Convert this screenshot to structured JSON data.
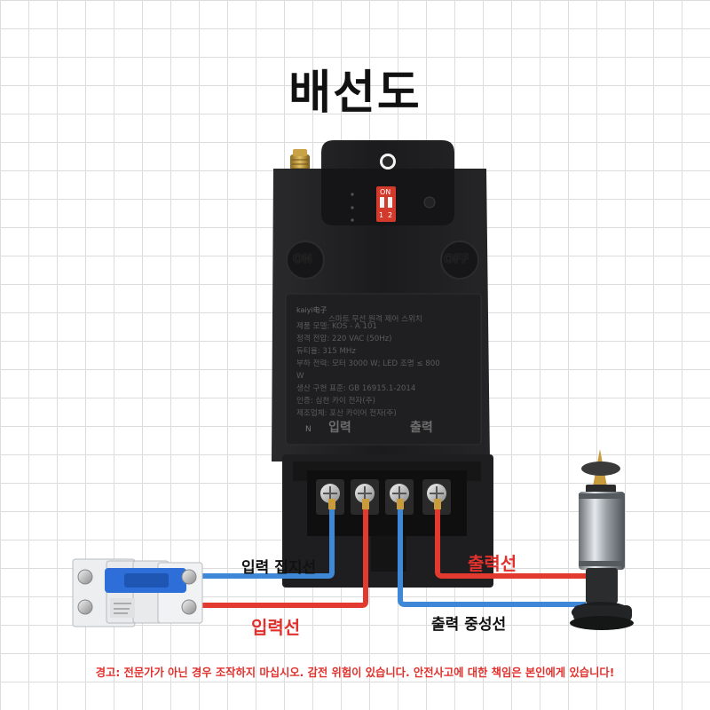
{
  "title": "배선도",
  "device": {
    "on_label": "ON",
    "off_label": "OFF",
    "dip": {
      "on": "ON",
      "pos1": "1",
      "pos2": "2"
    },
    "plate": {
      "brand": "kaiyi电子",
      "title": "스마트 무선 원격 제어 스위치",
      "lines": [
        "제품 모델: KOS - A 101",
        "정격 전압: 220 VAC (50Hz)",
        "듀티율: 315 MHz",
        "부하 전력: 모터 3000 W; LED 조명 ≤ 800",
        "W",
        "생산 구현 표준: GB 16915.1-2014",
        "인증: 심천 카이 전자(주)",
        "제조업체: 포산 카이어 전자(주)"
      ],
      "n_mark": "N",
      "input_label": "입력",
      "output_label": "출력"
    }
  },
  "labels": {
    "input_ground": "입력 접지선",
    "input_line": "입력선",
    "output_line": "출력선",
    "output_neutral": "출력 중성선"
  },
  "colors": {
    "red_wire": "#e23a2e",
    "blue_wire": "#3f88d8",
    "warning_text": "#e0312d",
    "device_body": "#1c1c1e"
  },
  "warning": "경고: 전문가가 아닌 경우 조작하지 마십시오. 감전 위험이 있습니다. 안전사고에 대한 책임은 본인에게 있습니다!"
}
